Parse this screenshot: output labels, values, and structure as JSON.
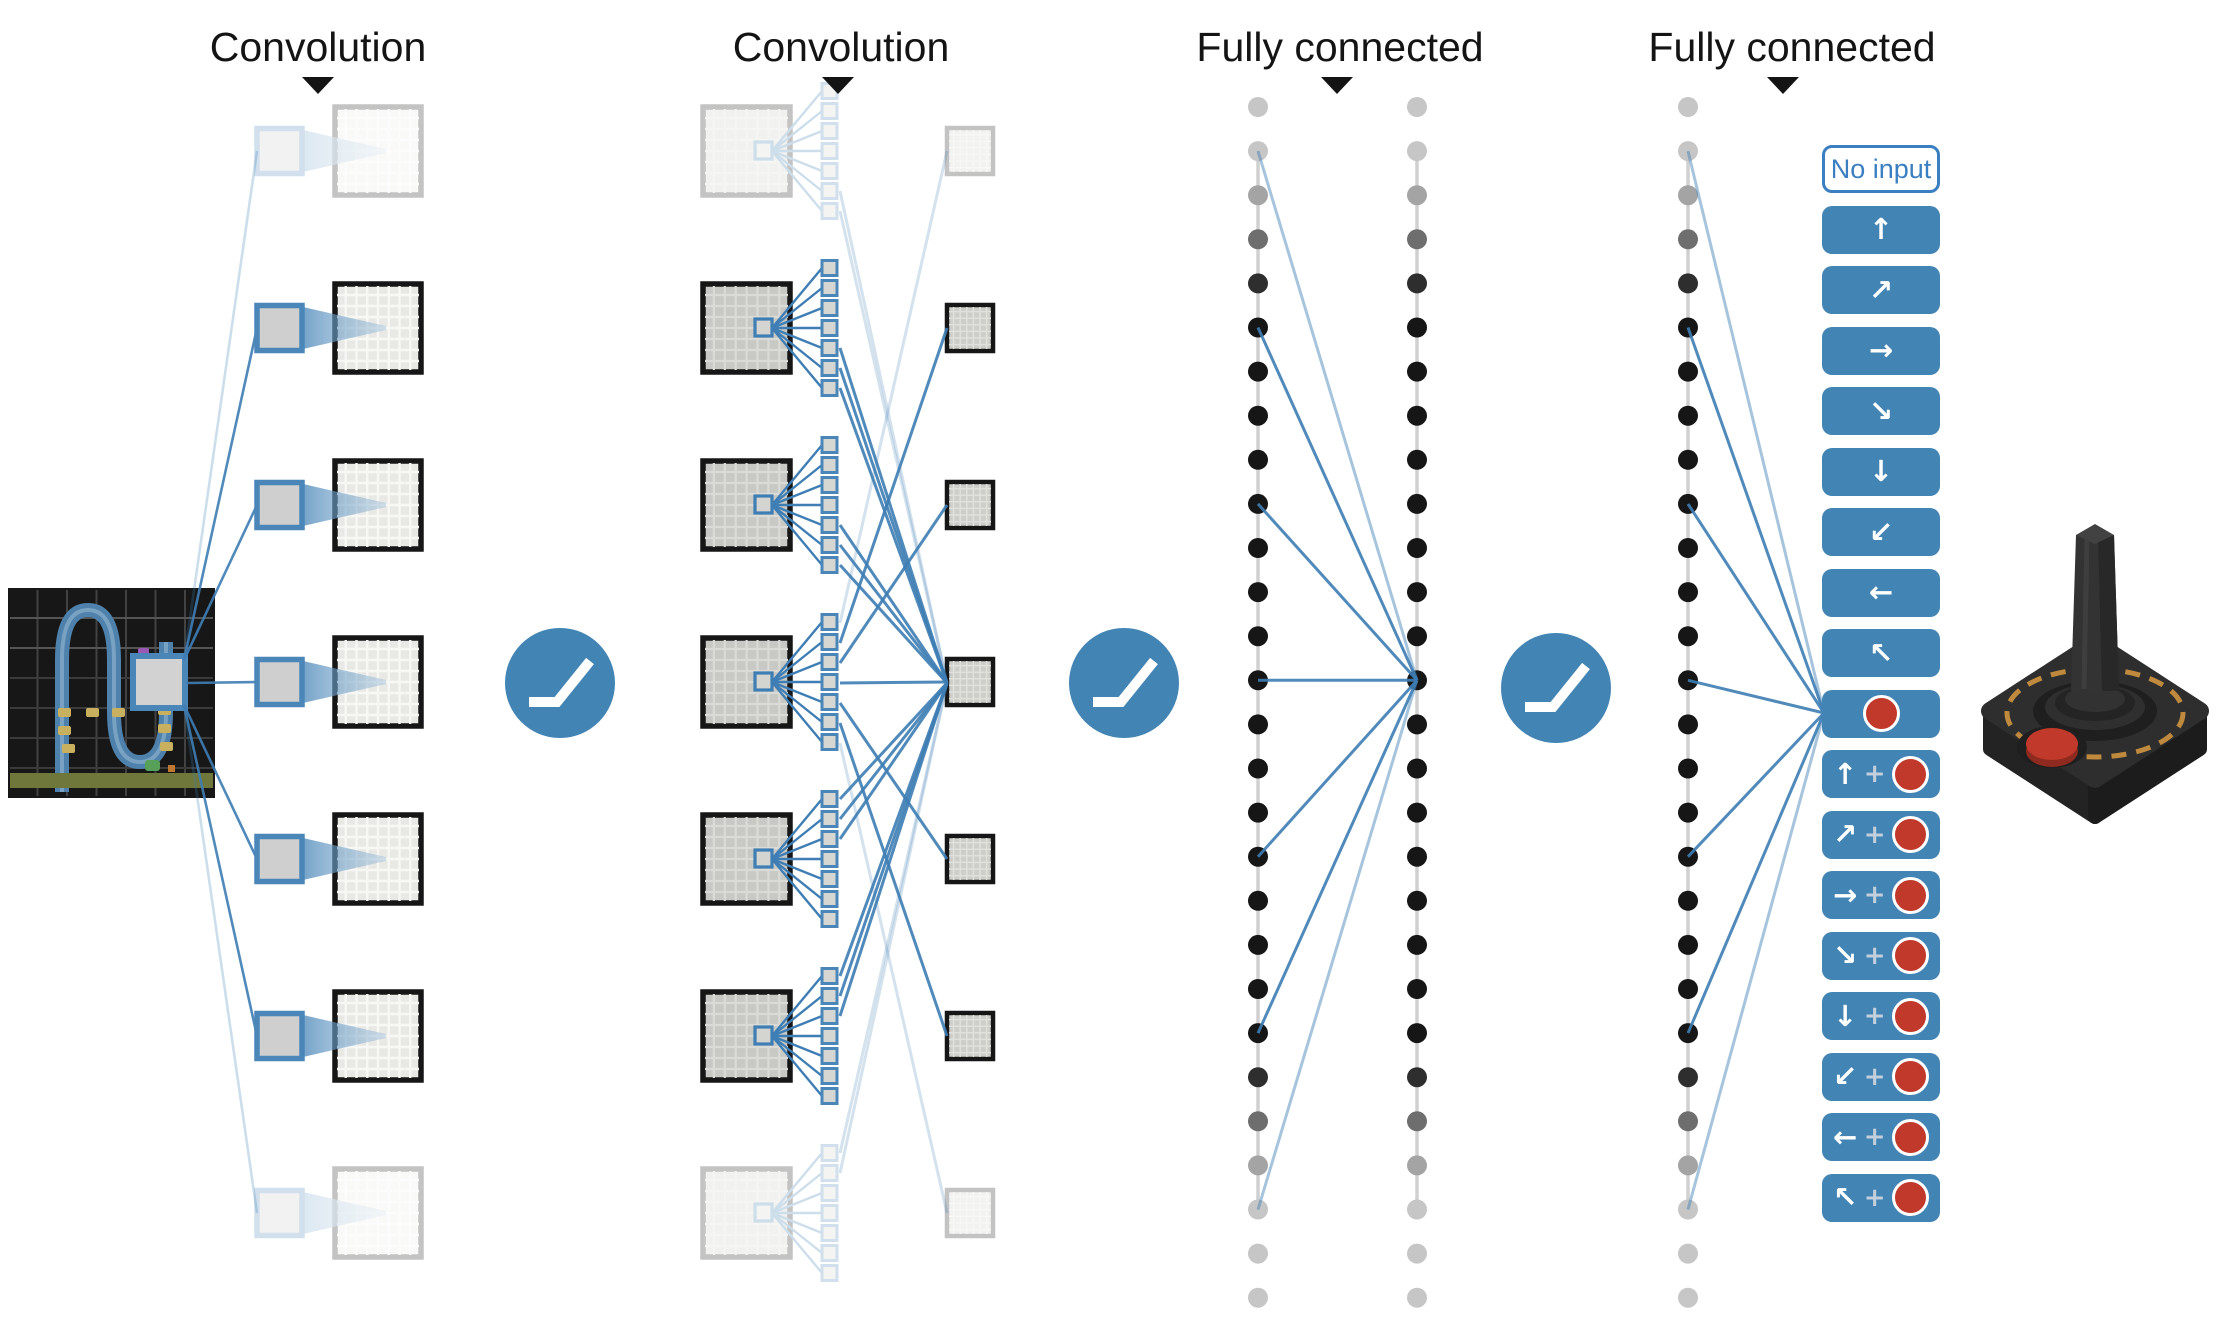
{
  "header": {
    "labels": [
      {
        "text": "Convolution"
      },
      {
        "text": "Convolution"
      },
      {
        "text": "Fully connected"
      },
      {
        "text": "Fully connected"
      }
    ]
  },
  "input": {
    "name": "atari-game-screen"
  },
  "network": {
    "conv1": {
      "feature_maps": 7,
      "faded_rows": [
        0,
        6
      ]
    },
    "conv2": {
      "feature_maps": 7,
      "filters_per_strip": 7,
      "output_maps": 7,
      "faded_rows": [
        0,
        6
      ]
    },
    "fully_connected": {
      "columns": 3,
      "units_per_column": 28
    },
    "relu_icons": 3
  },
  "actions": {
    "plus_sign": "+",
    "buttons": [
      {
        "name": "no-input",
        "type": "none",
        "label": "No input"
      },
      {
        "name": "up",
        "type": "direction",
        "glyph": "↑"
      },
      {
        "name": "up-right",
        "type": "direction",
        "glyph": "↗"
      },
      {
        "name": "right",
        "type": "direction",
        "glyph": "→"
      },
      {
        "name": "down-right",
        "type": "direction",
        "glyph": "↘"
      },
      {
        "name": "down",
        "type": "direction",
        "glyph": "↓"
      },
      {
        "name": "down-left",
        "type": "direction",
        "glyph": "↙"
      },
      {
        "name": "left",
        "type": "direction",
        "glyph": "←"
      },
      {
        "name": "up-left",
        "type": "direction",
        "glyph": "↖"
      },
      {
        "name": "fire",
        "type": "fire"
      },
      {
        "name": "up-fire",
        "type": "direction-fire",
        "glyph": "↑"
      },
      {
        "name": "up-right-fire",
        "type": "direction-fire",
        "glyph": "↗"
      },
      {
        "name": "right-fire",
        "type": "direction-fire",
        "glyph": "→"
      },
      {
        "name": "down-right-fire",
        "type": "direction-fire",
        "glyph": "↘"
      },
      {
        "name": "down-fire",
        "type": "direction-fire",
        "glyph": "↓"
      },
      {
        "name": "down-left-fire",
        "type": "direction-fire",
        "glyph": "↙"
      },
      {
        "name": "left-fire",
        "type": "direction-fire",
        "glyph": "←"
      },
      {
        "name": "up-left-fire",
        "type": "direction-fire",
        "glyph": "↖"
      }
    ]
  },
  "joystick": {
    "name": "atari-joystick"
  },
  "colors": {
    "accent_blue": "#4285b4",
    "line_blue": "#3e7eb4",
    "no_input_blue": "#3a7fc1",
    "fire_red": "#c0392b",
    "plus_gray": "#c3cfdb",
    "grid_border_black": "#161616",
    "dot_core": "#161616",
    "dot_fade_top": [
      "#c6c6c6",
      "#c6c6c6",
      "#a4a4a4",
      "#6e6e6e",
      "#2e2e2e"
    ],
    "dot_fade_bottom": [
      "#2e2e2e",
      "#6e6e6e",
      "#a4a4a4",
      "#c6c6c6",
      "#c6c6c6",
      "#c6c6c6"
    ],
    "connector_gray": "#d0d0d0",
    "joystick_body": "#2e2e2e",
    "joystick_ring_orange": "#c08a3e"
  }
}
